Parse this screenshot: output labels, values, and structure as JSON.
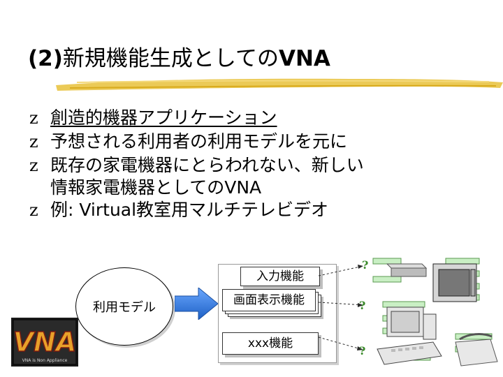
{
  "title": {
    "prefix": "(2)",
    "main": "新規機能生成としての",
    "suffix": "VNA"
  },
  "bullets": [
    {
      "text": "創造的機器アプリケーション",
      "underlined": true
    },
    {
      "text": "予想される利用者の利用モデルを元に"
    },
    {
      "text": "既存の家電機器にとらわれない、新しい",
      "cont": "情報家電機器としてのVNA"
    },
    {
      "text": "例: Virtual教室用マルチテレビデオ"
    }
  ],
  "bullet_marker": "z",
  "diagram": {
    "model": "利用モデル",
    "func1": "入力機能",
    "func2": "画面表示機能",
    "func3": "xxx機能",
    "q": "?"
  },
  "logo_text": "VNA",
  "logo_sub": "VNA is Non Appliance",
  "colors": {
    "accent_green": "#3a8a2a",
    "brush_yellow": "#e9c445",
    "arrow_blue": "#2c6fd6"
  }
}
